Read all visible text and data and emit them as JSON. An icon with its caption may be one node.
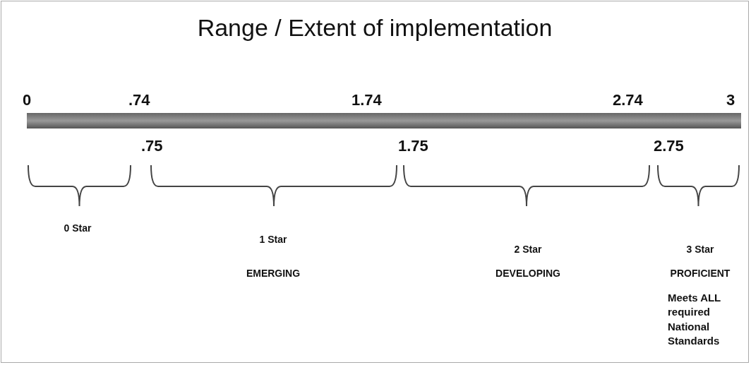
{
  "diagram": {
    "title": "Range / Extent of implementation",
    "labels": [
      "0",
      ".74",
      "1.74",
      "2.74",
      "3",
      ".75",
      "1.75",
      "2.75",
      "0 Star",
      "1 Star",
      "2 Star",
      "3 Star",
      "EMERGING",
      "DEVELOPING",
      "PROFICIENT",
      "Meets ALL required National Standards"
    ]
  }
}
